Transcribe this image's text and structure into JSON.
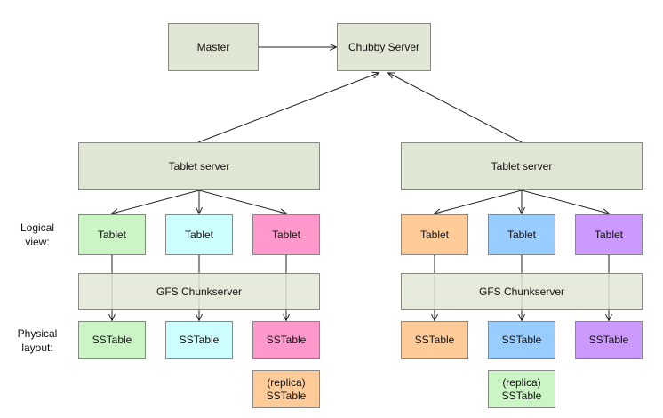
{
  "master": "Master",
  "chubby": "Chubby Server",
  "labels": {
    "logical_view": "Logical\nview:",
    "physical_layout": "Physical\nlayout:"
  },
  "left": {
    "tablet_server": "Tablet server",
    "tablets": [
      "Tablet",
      "Tablet",
      "Tablet"
    ],
    "gfs": "GFS Chunkserver",
    "sstables": [
      "SSTable",
      "SSTable",
      "SSTable"
    ],
    "replica": "(replica)\nSSTable"
  },
  "right": {
    "tablet_server": "Tablet server",
    "tablets": [
      "Tablet",
      "Tablet",
      "Tablet"
    ],
    "gfs": "GFS Chunkserver",
    "sstables": [
      "SSTable",
      "SSTable",
      "SSTable"
    ],
    "replica": "(replica)\nSSTable"
  },
  "colors": {
    "server_fill": "#e0e6d4",
    "green": "#ccf5c6",
    "cyan": "#ccfdff",
    "pink": "#ff99cc",
    "orange": "#ffcc99",
    "blue": "#99ccff",
    "purple": "#cc99ff"
  }
}
